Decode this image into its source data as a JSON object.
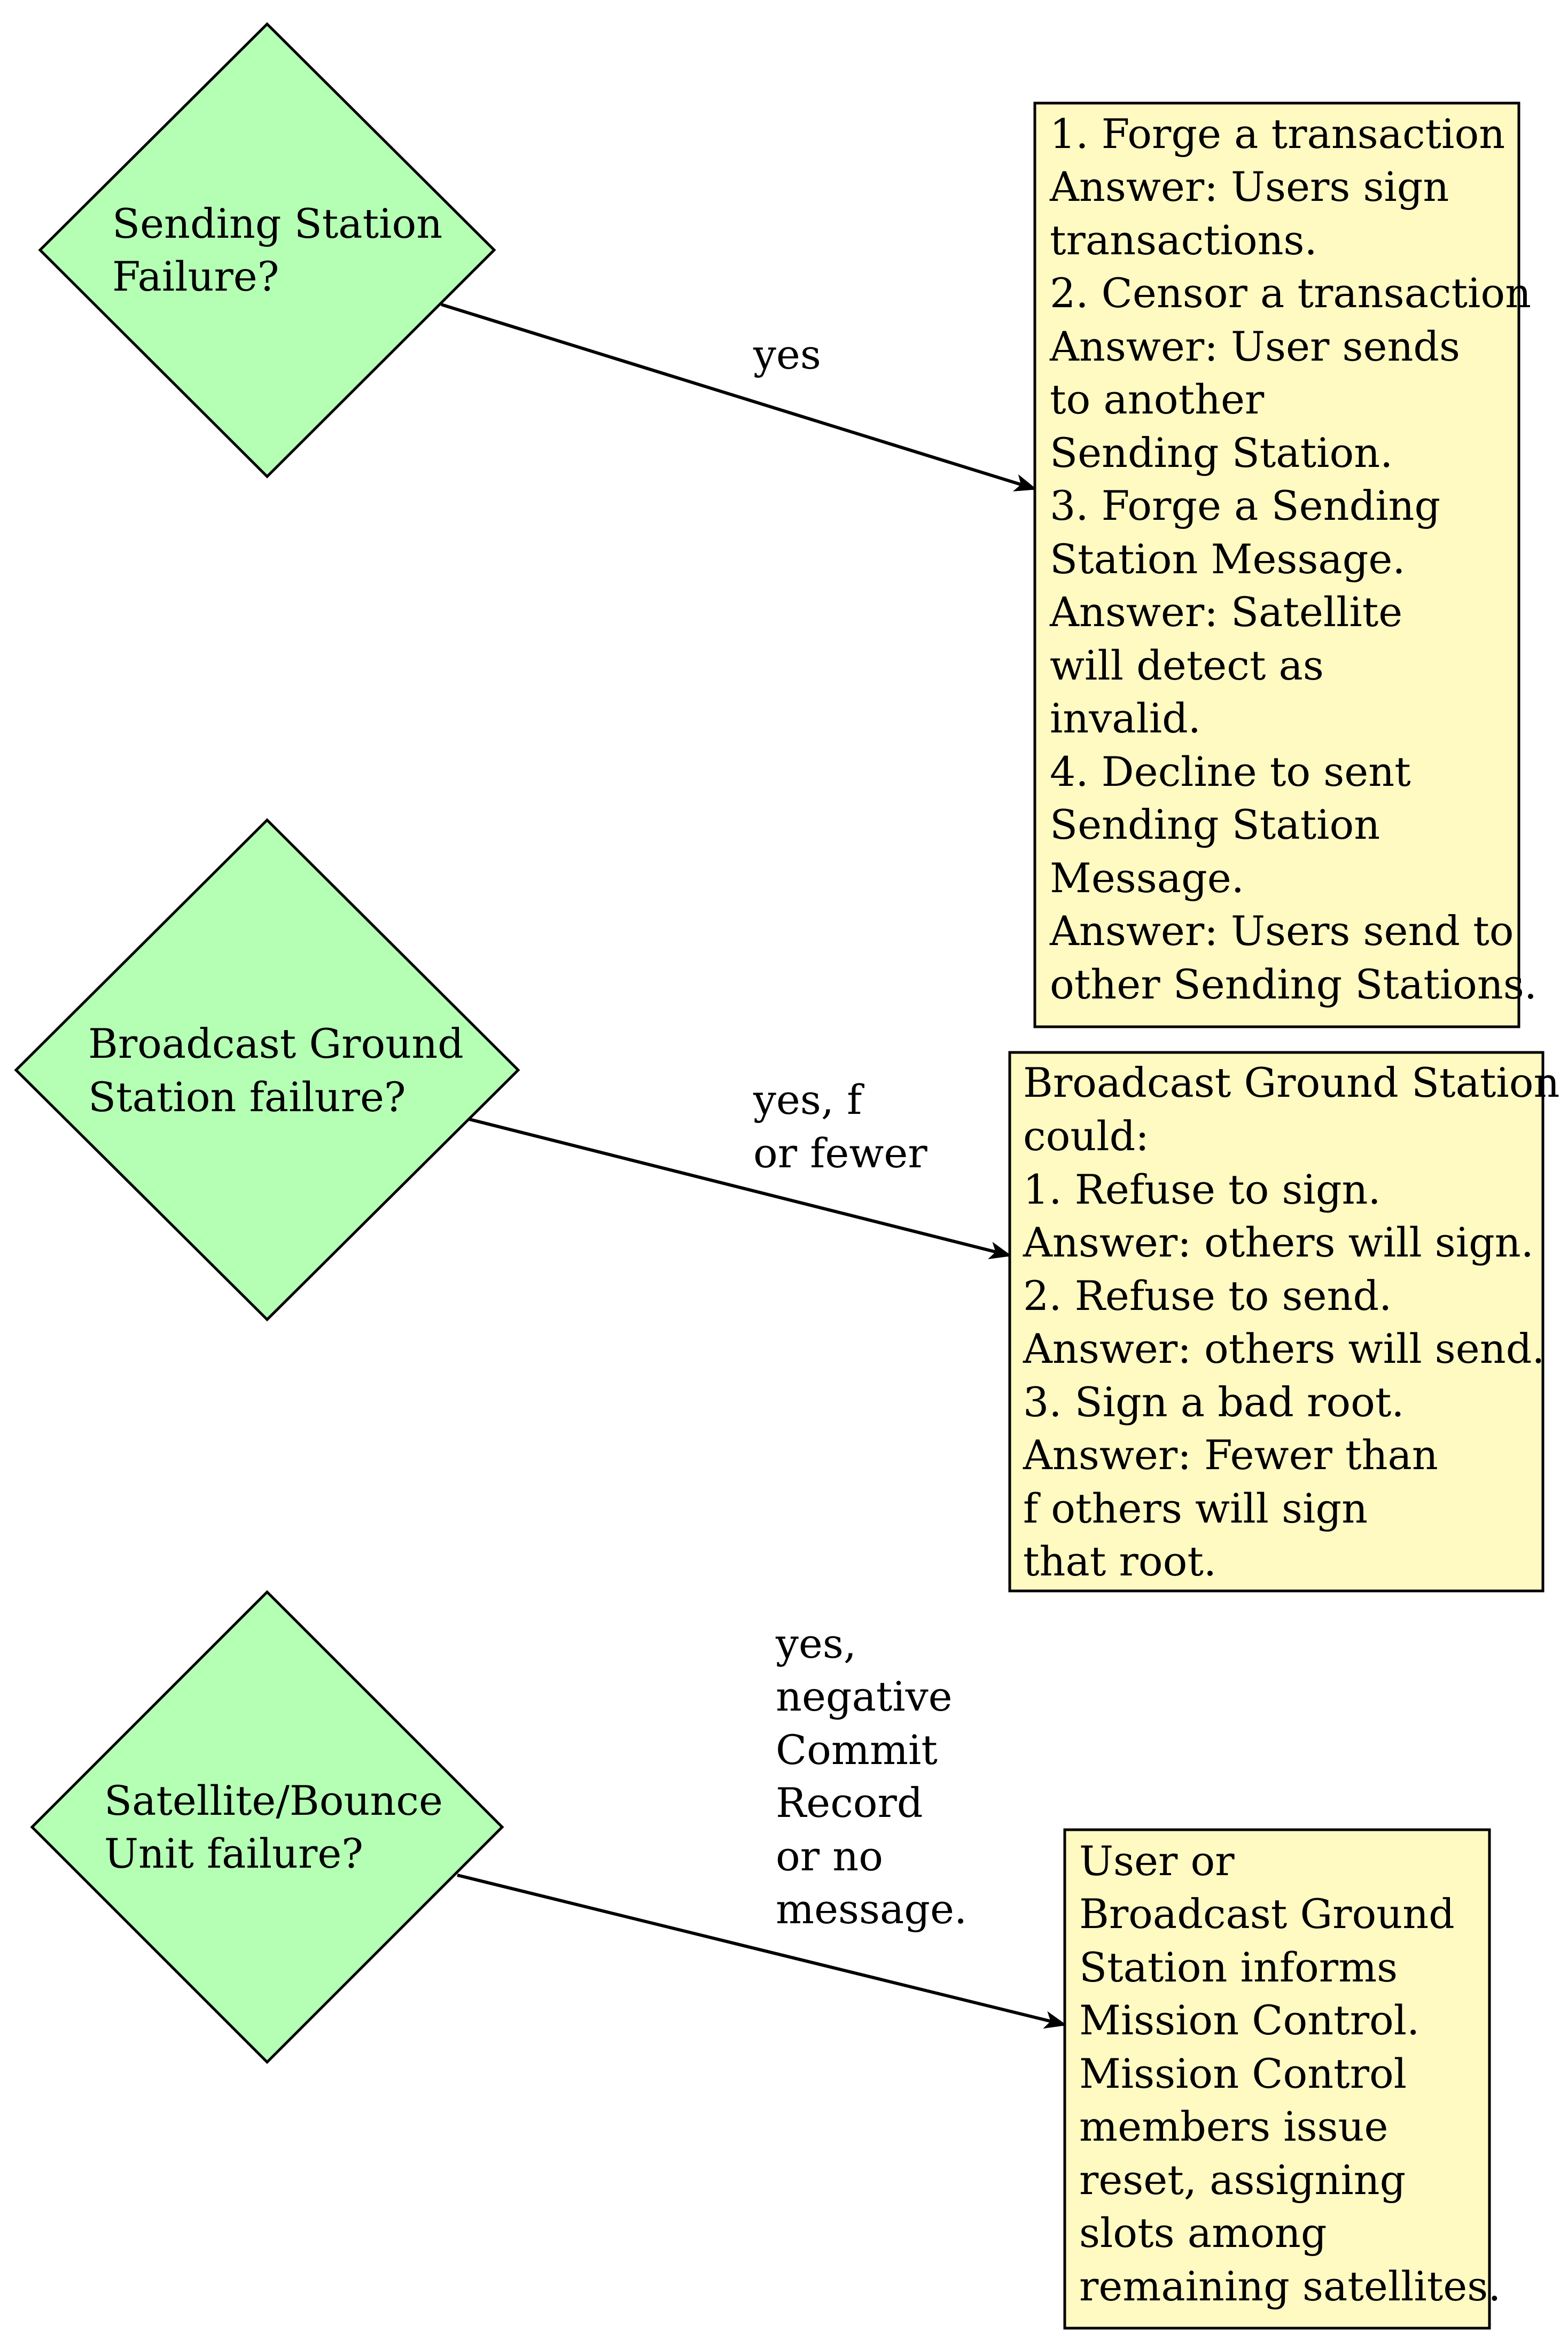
{
  "colors": {
    "decision_fill": "#b5ffb5",
    "box_fill": "#fff9c2",
    "stroke": "#000000"
  },
  "decisions": [
    {
      "lines": [
        "Sending Station",
        "Failure?"
      ]
    },
    {
      "lines": [
        "Broadcast Ground",
        "Station failure?"
      ]
    },
    {
      "lines": [
        "Satellite/Bounce",
        "Unit failure?"
      ]
    }
  ],
  "edges": [
    {
      "label_lines": [
        "yes"
      ]
    },
    {
      "label_lines": [
        "yes, f",
        "or fewer"
      ]
    },
    {
      "label_lines": [
        "yes,",
        "negative",
        "Commit",
        "Record",
        "or no",
        "message."
      ]
    }
  ],
  "boxes": [
    {
      "lines": [
        "1. Forge a transaction",
        "Answer: Users sign",
        "transactions.",
        "2. Censor a transaction",
        "Answer: User sends",
        "to another",
        "Sending Station.",
        "3. Forge a Sending",
        "Station Message.",
        "Answer: Satellite",
        "will detect as",
        "invalid.",
        "4. Decline to sent",
        "Sending Station",
        "Message.",
        "Answer: Users send to",
        "other Sending Stations."
      ]
    },
    {
      "lines": [
        "Broadcast Ground Station",
        "could:",
        "1. Refuse to sign.",
        "Answer: others will sign.",
        "2. Refuse to send.",
        "Answer: others will send.",
        "3. Sign a bad root.",
        "Answer: Fewer than",
        "f others will sign",
        "that root."
      ]
    },
    {
      "lines": [
        "User or",
        "Broadcast Ground",
        "Station informs",
        "Mission Control.",
        "Mission Control",
        "members issue",
        "reset, assigning",
        "slots among",
        "remaining satellites."
      ]
    }
  ]
}
